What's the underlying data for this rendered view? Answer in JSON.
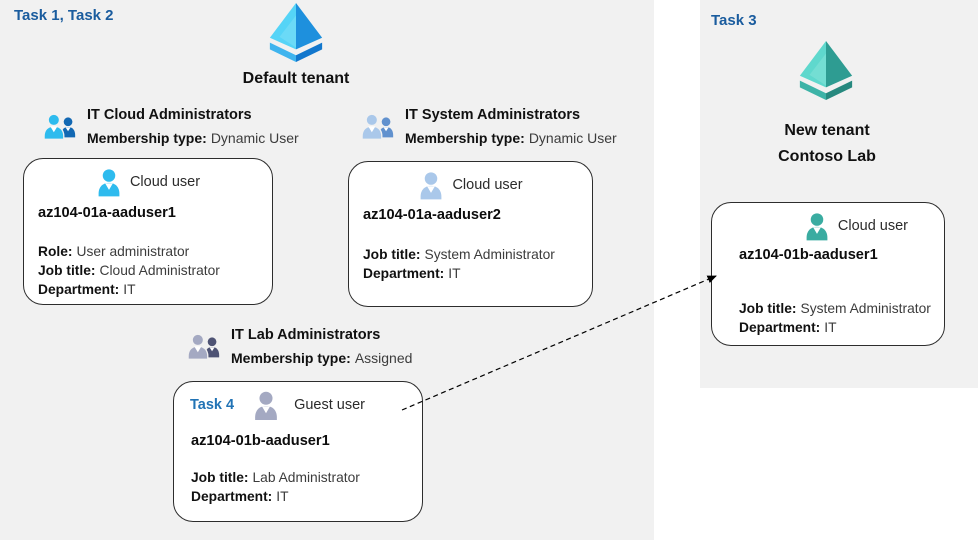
{
  "left": {
    "task_label": "Task 1, Task 2",
    "tenant": {
      "title": "Default tenant"
    },
    "groups": [
      {
        "title": "IT Cloud Administrators",
        "membership_label": "Membership type:",
        "membership_value": "Dynamic User"
      },
      {
        "title": "IT System Administrators",
        "membership_label": "Membership type:",
        "membership_value": "Dynamic User"
      },
      {
        "title": "IT Lab Administrators",
        "membership_label": "Membership type:",
        "membership_value": "Assigned"
      }
    ],
    "cards": [
      {
        "user_type": "Cloud user",
        "username": "az104-01a-aaduser1",
        "fields": [
          {
            "label": "Role:",
            "value": "User administrator"
          },
          {
            "label": "Job title:",
            "value": "Cloud Administrator"
          },
          {
            "label": "Department:",
            "value": "IT"
          }
        ]
      },
      {
        "user_type": "Cloud user",
        "username": "az104-01a-aaduser2",
        "fields": [
          {
            "label": "Job title:",
            "value": "System Administrator"
          },
          {
            "label": "Department:",
            "value": "IT"
          }
        ]
      },
      {
        "task_label": "Task 4",
        "user_type": "Guest user",
        "username": "az104-01b-aaduser1",
        "fields": [
          {
            "label": "Job title:",
            "value": "Lab Administrator"
          },
          {
            "label": "Department:",
            "value": "IT"
          }
        ]
      }
    ]
  },
  "right": {
    "task_label": "Task 3",
    "tenant": {
      "title_line1": "New tenant",
      "title_line2": "Contoso Lab"
    },
    "card": {
      "user_type": "Cloud user",
      "username": "az104-01b-aaduser1",
      "fields": [
        {
          "label": "Job title:",
          "value": "System Administrator"
        },
        {
          "label": "Department:",
          "value": "IT"
        }
      ]
    }
  },
  "icons": {
    "default_tenant_icon": "azure-ad-pyramid-blue",
    "new_tenant_icon": "azure-ad-pyramid-teal",
    "group_icons": [
      "group-people-cyan",
      "group-people-pale-blue",
      "group-people-gray"
    ],
    "user_icons": [
      "person-cyan",
      "person-pale-blue",
      "person-gray-guest",
      "person-teal"
    ]
  },
  "colors": {
    "task_label_blue": "#1a5c9e",
    "task4_label_blue": "#2173b5",
    "panel_background": "#f1f1f1",
    "card_background": "#ffffff",
    "card_border": "#2d2d2d",
    "arrow": "#000000",
    "pyramid_blue_light": "#55d4f7",
    "pyramid_blue_dark": "#1e90dd",
    "pyramid_teal_light": "#5fd8cd",
    "pyramid_teal_dark": "#2e9c92",
    "person_cyan": "#2ebbee",
    "person_pale_blue": "#aac8ea",
    "person_gray": "#a4a9c2",
    "person_teal": "#3aaca1",
    "group_back_blue": "#1268b3",
    "group_back_pale": "#6191ce",
    "group_back_gray": "#4e5374"
  }
}
